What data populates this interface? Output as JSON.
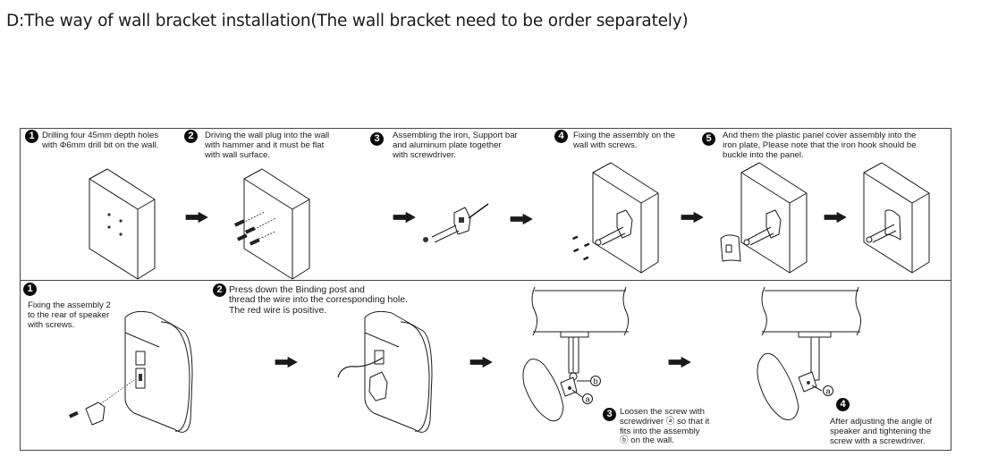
{
  "title": "D:The way of wall bracket installation(The wall bracket need to be order separately)",
  "wall_steps": [
    {
      "number": "1",
      "lines": [
        "Drilling four 45mm depth holes",
        "with Φ6mm drill bit on the wall."
      ]
    },
    {
      "number": "2",
      "lines": [
        "Driving the wall plug into the wall",
        "with hammer and it must be flat",
        "with wall surface."
      ]
    },
    {
      "number": "3",
      "lines": [
        "Assembling the iron, Support bar",
        "and aluminum plate together",
        "with screwdriver."
      ]
    },
    {
      "number": "4",
      "lines": [
        "Fixing the assembly on the",
        "wall with screws."
      ]
    },
    {
      "number": "5",
      "lines": [
        "And them the plastic panel cover assembly into the",
        "iron plate, Please note that the iron hook should be",
        "buckle into the panel."
      ]
    }
  ],
  "speaker_steps": [
    {
      "number": "1",
      "lines": [
        "Fixing the assembly 2",
        "to the rear of speaker",
        "with screws."
      ]
    },
    {
      "number": "2",
      "lines": [
        "Press down the Binding post and",
        "thread the wire into  the corresponding hole.",
        "The red wire is positive."
      ]
    },
    {
      "number": "3",
      "lines": [
        "Loosen the screw with",
        "screwdriver ⓐ so that it",
        "fits into the assembly",
        "ⓑ on the wall."
      ]
    },
    {
      "number": "4",
      "lines": [
        "After adjusting the angle of",
        "speaker and tightening the",
        "screw with a screwdriver."
      ]
    }
  ],
  "callouts": {
    "a": "a",
    "b": "b"
  },
  "colors": {
    "line": "#1a1a1a",
    "frame": "#444444",
    "arrow": "#1a1a1a"
  }
}
